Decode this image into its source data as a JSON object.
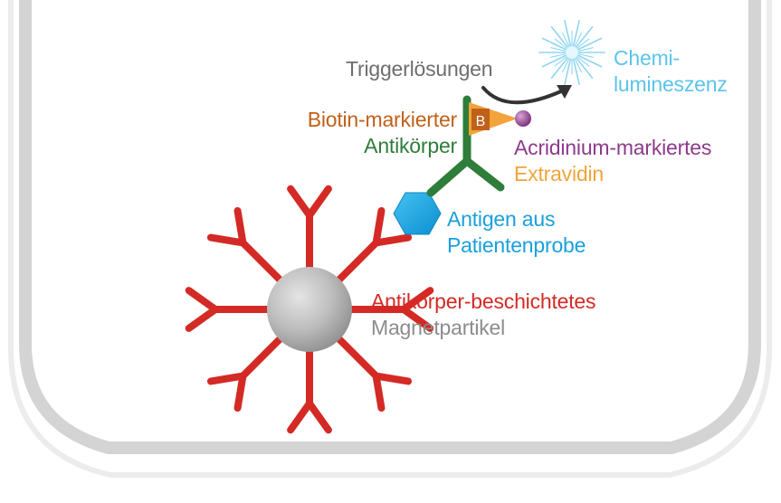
{
  "labels": {
    "trigger": "Triggerlösungen",
    "chemi_line1": "Chemi-",
    "chemi_line2": "lumineszenz",
    "biotin_line1": "Biotin-markierter",
    "biotin_line2": "Antikörper",
    "biotin_badge": "B",
    "acridinium_line1": "Acridinium-markiertes",
    "acridinium_line2": "Extravidin",
    "antigen_line1": "Antigen aus",
    "antigen_line2": "Patientenprobe",
    "magnet_line1": "Antikörper-beschichtetes",
    "magnet_line2": "Magnetpartikel"
  },
  "colors": {
    "trigger": "#6e6e6e",
    "chemi": "#5bc4ea",
    "biotin": "#c0611a",
    "antibody_green": "#2e7d3a",
    "acridinium": "#8e3a8c",
    "extravidin": "#f2a33a",
    "antigen": "#1aa0dc",
    "magnet_red": "#d42a25",
    "magnet_grey": "#8c8c8c"
  }
}
